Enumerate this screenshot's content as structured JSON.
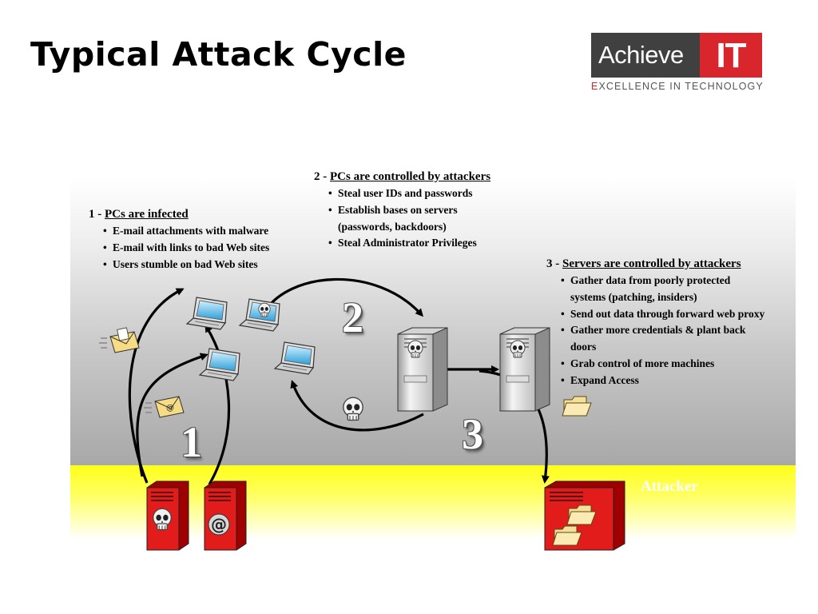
{
  "title": "Typical Attack Cycle",
  "logo": {
    "word1": "Achieve",
    "word2": "IT",
    "tagline_highlight": "E",
    "tagline_rest": "XCELLENCE IN TECHNOLOGY",
    "colors": {
      "dark": "#404040",
      "red": "#d9262c"
    }
  },
  "steps": [
    {
      "number": "1",
      "prefix": "1 -",
      "heading": "PCs are infected",
      "bullets": [
        "E-mail attachments with malware",
        "E-mail with links to bad Web sites",
        "Users stumble on bad Web sites"
      ]
    },
    {
      "number": "2",
      "prefix": "2 -",
      "heading": "PCs are controlled by attackers",
      "bullets": [
        "Steal user IDs and passwords",
        "Establish bases on servers",
        "(passwords, backdoors)",
        "Steal Administrator Privileges"
      ]
    },
    {
      "number": "3",
      "prefix": "3 -",
      "heading": "Servers are controlled by attackers",
      "bullets": [
        "Gather data from poorly protected",
        "systems (patching, insiders)",
        "Send out data through forward web proxy",
        "Gather more credentials & plant back",
        "doors",
        "Grab control of more machines",
        "Expand Access"
      ]
    }
  ],
  "attacker_label": "Attacker",
  "icons": {
    "infected_pc": "laptop-icon",
    "server": "server-tower-icon",
    "attacker_server": "red-server-icon",
    "skull": "skull-icon",
    "email": "envelope-icon",
    "folder": "folder-icon"
  },
  "colors": {
    "attacker_red": "#e21b1b",
    "zone_yellow": "#ffff1a",
    "arrow": "#000000"
  }
}
